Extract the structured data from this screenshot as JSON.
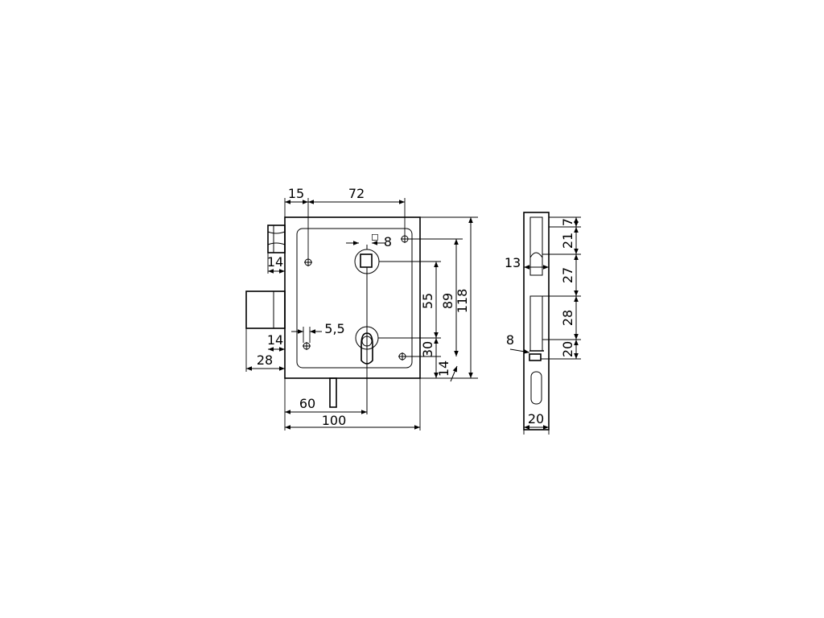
{
  "dimensions": {
    "top_left_15": "15",
    "top_72": "72",
    "follower_square_8": "8",
    "follower_square_symbol": "◻",
    "bolt_14": "14",
    "latch_14": "14",
    "hole_5_5": "5,5",
    "left_28": "28",
    "bottom_60": "60",
    "bottom_100": "100",
    "height_55": "55",
    "height_89": "89",
    "height_118": "118",
    "height_30": "30",
    "height_14": "14",
    "side_13": "13",
    "side_8": "8",
    "side_width_20": "20",
    "side_7": "7",
    "side_21": "21",
    "side_27": "27",
    "side_28": "28",
    "side_20": "20"
  }
}
